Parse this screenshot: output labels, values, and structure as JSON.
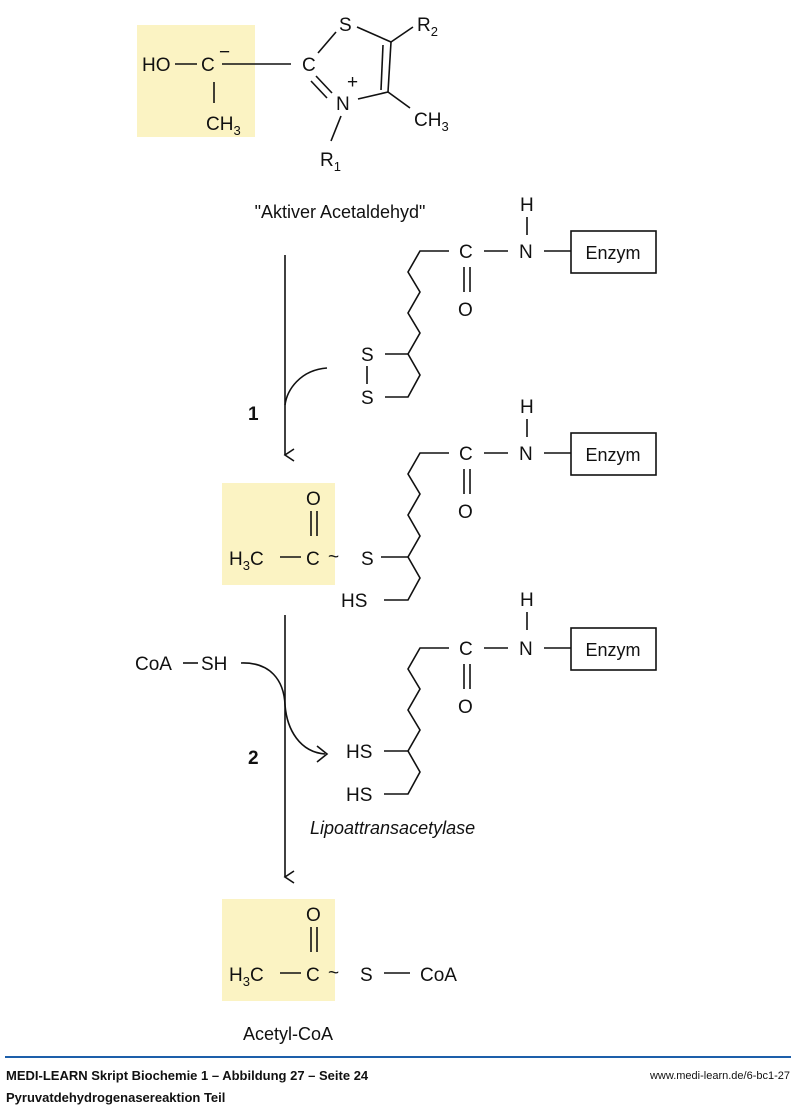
{
  "colors": {
    "highlight": "#fbf3c3",
    "divider": "#1d5faa",
    "ink": "#111111"
  },
  "top_molecule": {
    "ho": "HO",
    "c_carbanion": "C",
    "charge_minus": "−",
    "ch3_left": "CH",
    "ch3_left_sub": "3",
    "c_ring": "C",
    "s_ring": "S",
    "r2": "R",
    "r2_sub": "2",
    "n_ring": "N",
    "charge_plus": "+",
    "ch3_right": "CH",
    "ch3_right_sub": "3",
    "r1": "R",
    "r1_sub": "1",
    "caption": "\"Aktiver Acetaldehyd\""
  },
  "lipoamide_oxidized": {
    "h": "H",
    "c": "C",
    "n": "N",
    "o": "O",
    "enzyme": "Enzym",
    "s_upper": "S",
    "s_lower": "S"
  },
  "step1": {
    "label": "1"
  },
  "acetyl_lipoamide": {
    "o": "O",
    "h3c": "H",
    "h3c_sub": "3",
    "h3c_c": "C",
    "c": "C",
    "tilde": "~",
    "s": "S",
    "hs": "HS",
    "amide_h": "H",
    "amide_c": "C",
    "amide_n": "N",
    "amide_o": "O",
    "enzyme": "Enzym"
  },
  "step2": {
    "label": "2",
    "reactant_coa": "CoA",
    "reactant_sh": "SH",
    "enzyme_name": "Lipoattransacetylase"
  },
  "lipoamide_reduced": {
    "h": "H",
    "c": "C",
    "n": "N",
    "o": "O",
    "enzyme": "Enzym",
    "hs_upper": "HS",
    "hs_lower": "HS"
  },
  "acetyl_coa": {
    "o": "O",
    "h3c": "H",
    "h3c_sub": "3",
    "h3c_c": "C",
    "c": "C",
    "tilde": "~",
    "s": "S",
    "coa": "CoA",
    "caption": "Acetyl-CoA"
  },
  "footer": {
    "title": "MEDI-LEARN Skript Biochemie 1 – Abbildung 27 – Seite 24",
    "subtitle": "Pyruvatdehydrogenasereaktion Teil",
    "url": "www.medi-learn.de/6-bc1-27"
  }
}
